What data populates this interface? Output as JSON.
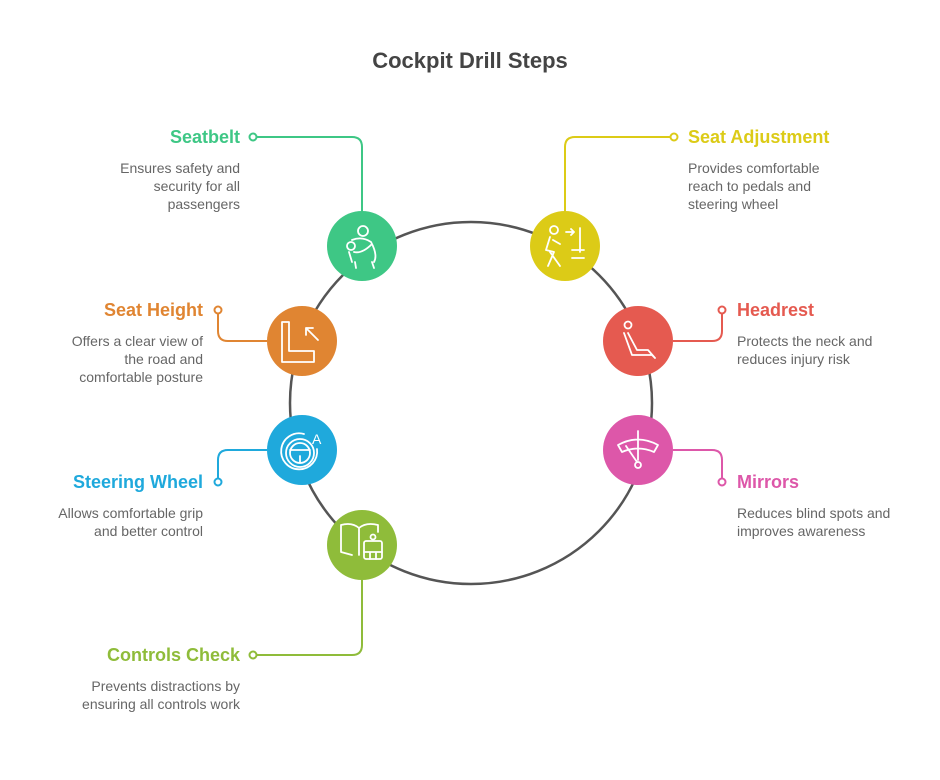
{
  "title": "Cockpit Drill Steps",
  "steps": [
    {
      "title": "Seatbelt",
      "desc": "Ensures safety and security for all passengers",
      "color": "#3ec785",
      "icon": "person-with-seatbelt-icon"
    },
    {
      "title": "Seat Adjustment",
      "desc": "Provides comfortable reach to pedals and steering wheel",
      "color": "#dccb17",
      "icon": "person-walking-to-seat-icon"
    },
    {
      "title": "Seat Height",
      "desc": "Offers a clear view of the road and comfortable posture",
      "color": "#e08532",
      "icon": "seat-adjust-arrow-icon"
    },
    {
      "title": "Headrest",
      "desc": "Protects the neck and reduces injury risk",
      "color": "#e55a50",
      "icon": "seated-person-icon"
    },
    {
      "title": "Steering Wheel",
      "desc": "Allows comfortable grip and better control",
      "color": "#1fa9dc",
      "icon": "steering-wheel-icon"
    },
    {
      "title": "Mirrors",
      "desc": "Reduces blind spots and improves awareness",
      "color": "#dd57a9",
      "icon": "windshield-wiper-icon"
    },
    {
      "title": "Controls Check",
      "desc": "Prevents distractions by ensuring all controls work",
      "color": "#8fbc3a",
      "icon": "manual-robot-icon"
    }
  ]
}
